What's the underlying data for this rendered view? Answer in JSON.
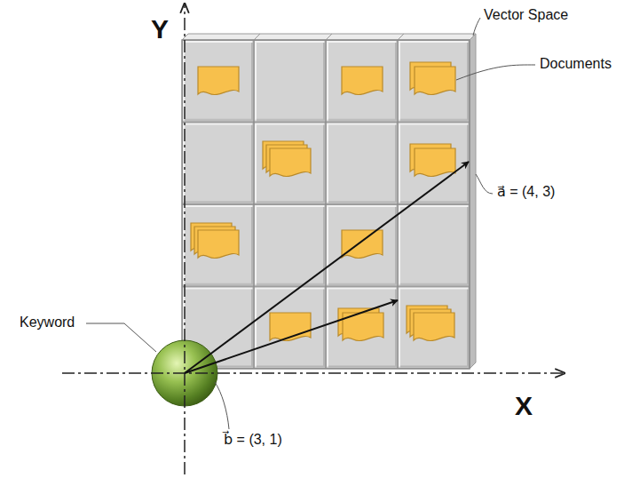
{
  "diagram": {
    "labels": [
      "Y",
      "Vector Space",
      "Documents",
      "a⃗ = (4, 3)",
      "Keyword",
      "b⃗ = (3, 1)",
      "X"
    ]
  }
}
